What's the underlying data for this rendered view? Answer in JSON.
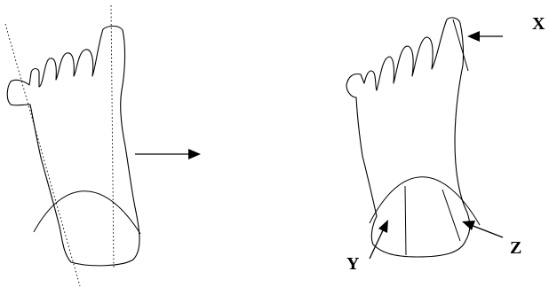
{
  "labels": {
    "x": "X",
    "y": "Y",
    "z": "Z"
  },
  "colors": {
    "line": "#000000",
    "background": "#ffffff"
  }
}
